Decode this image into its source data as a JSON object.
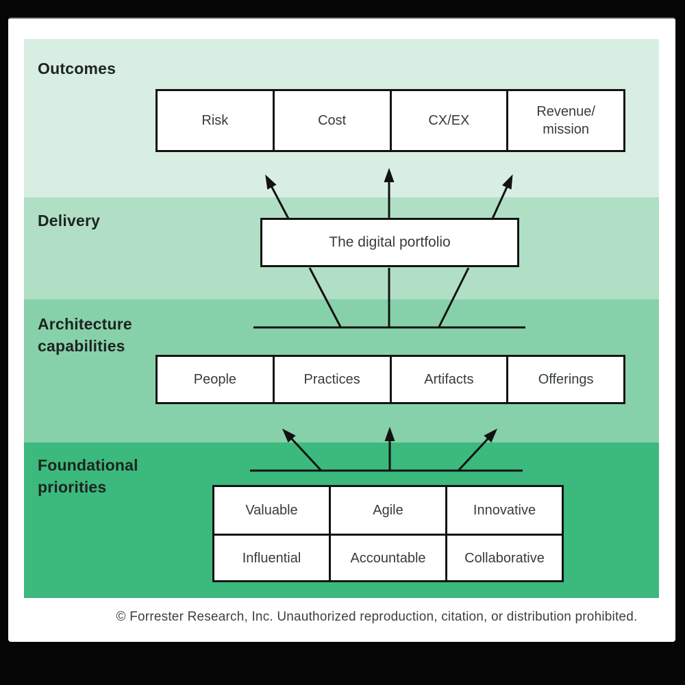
{
  "bands": {
    "outcomes": {
      "label": "Outcomes",
      "color": "#d8eee2",
      "boxes": [
        "Risk",
        "Cost",
        "CX/EX",
        "Revenue/\nmission"
      ]
    },
    "delivery": {
      "label": "Delivery",
      "color": "#b0dfc6",
      "box": "The digital portfolio"
    },
    "architecture": {
      "label": "Architecture\ncapabilities",
      "color": "#87d1aa",
      "boxes": [
        "People",
        "Practices",
        "Artifacts",
        "Offerings"
      ]
    },
    "foundational": {
      "label": "Foundational\npriorities",
      "color": "#3cb97d",
      "boxes_row1": [
        "Valuable",
        "Agile",
        "Innovative"
      ],
      "boxes_row2": [
        "Influential",
        "Accountable",
        "Collaborative"
      ]
    }
  },
  "footer": "© Forrester Research, Inc. Unauthorized reproduction, citation, or distribution prohibited.",
  "line_color": "#121212"
}
